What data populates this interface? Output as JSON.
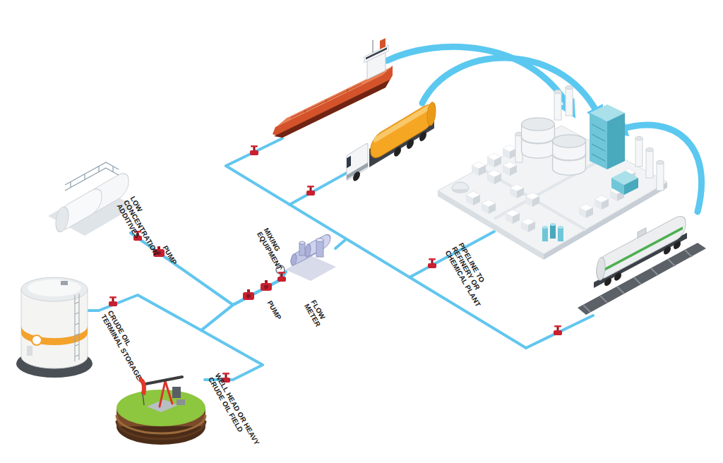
{
  "diagram": {
    "nodes": [
      {
        "text": [
          "LOW CONCENTRATION ADDITIVES"
        ]
      },
      {
        "text": [
          "MIXING EQUIPMENT"
        ]
      },
      {
        "text": [
          "CRUDE OIL TERMINAL STORAGE"
        ]
      },
      {
        "text": [
          "WELL HEAD OR HEAVY CRUDE OIL FIELD"
        ]
      }
    ],
    "edges": [
      {
        "from": 0,
        "to": 1,
        "arrow": "none"
      },
      {
        "from": 2,
        "to": 1,
        "arrow": "none"
      },
      {
        "from": 3,
        "to": 1,
        "arrow": "none"
      }
    ],
    "labels": [
      "PUMP",
      "PUMP",
      "FLOW METER",
      "PIPELINE TO REFINERY OR CHEMICAL PLANT"
    ]
  }
}
